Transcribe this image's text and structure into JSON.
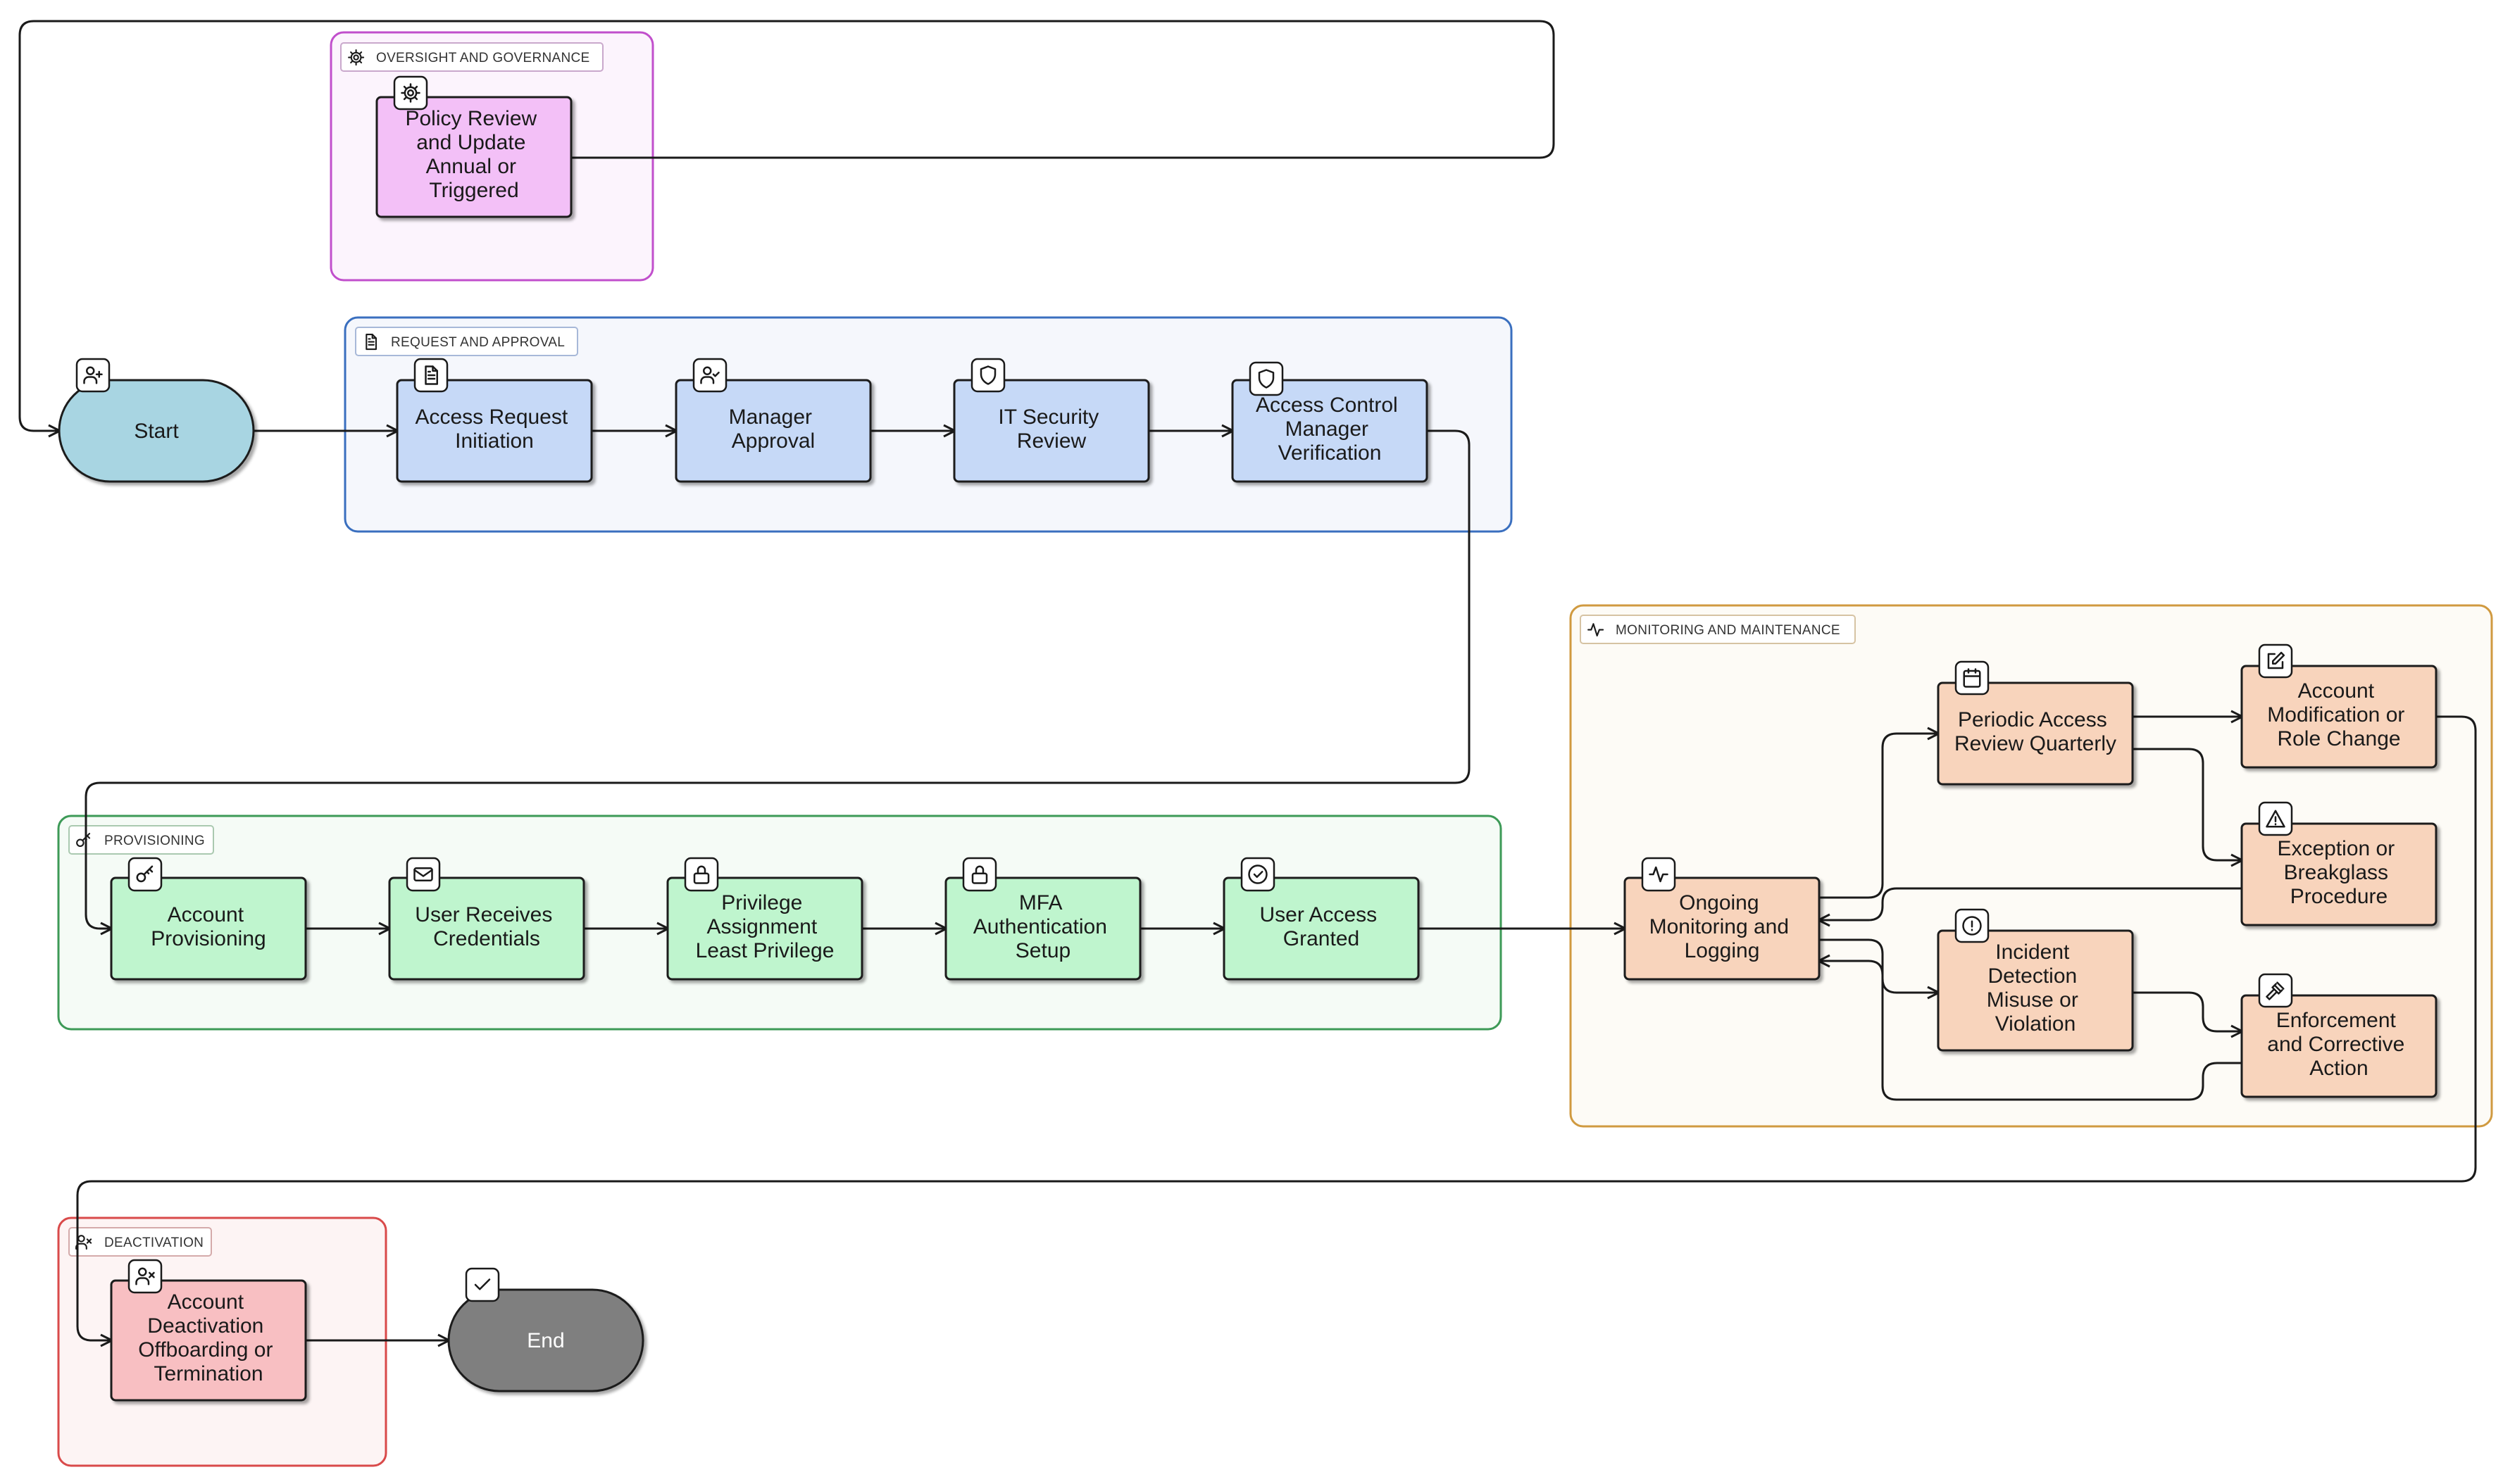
{
  "colors": {
    "governance": {
      "stroke": "#c14fcc",
      "fill": "#fcf4fd",
      "node": "#f3c0f7"
    },
    "request": {
      "stroke": "#3a6fbf",
      "fill": "#f5f7fc",
      "node": "#c6d9f7"
    },
    "provisioning": {
      "stroke": "#3d9a57",
      "fill": "#f5fbf6",
      "node": "#bff5ce"
    },
    "monitoring": {
      "stroke": "#d09a40",
      "fill": "#fdfbf6",
      "node": "#f8d4bc"
    },
    "deactivation": {
      "stroke": "#d94a4a",
      "fill": "#fdf4f4",
      "node": "#f8bfc2"
    },
    "start": "#a8d5e2",
    "end": "#7f7f7f"
  },
  "groups": [
    {
      "id": "governance",
      "label": "OVERSIGHT AND GOVERNANCE",
      "icon": "gear-icon"
    },
    {
      "id": "request",
      "label": "REQUEST AND APPROVAL",
      "icon": "document-icon"
    },
    {
      "id": "monitoring",
      "label": "MONITORING AND MAINTENANCE",
      "icon": "activity-icon"
    },
    {
      "id": "provisioning",
      "label": "PROVISIONING",
      "icon": "key-icon"
    },
    {
      "id": "deactivation",
      "label": "DEACTIVATION",
      "icon": "user-x-icon"
    }
  ],
  "nodes": [
    {
      "id": "policy",
      "group": "governance",
      "lines": [
        "Policy Review",
        "and Update",
        "Annual or",
        "Triggered"
      ],
      "icon": "gear-icon"
    },
    {
      "id": "start",
      "group": "none",
      "lines": [
        "Start"
      ],
      "icon": "user-plus-icon"
    },
    {
      "id": "req",
      "group": "request",
      "lines": [
        "Access Request",
        "Initiation"
      ],
      "icon": "document-icon"
    },
    {
      "id": "mgr",
      "group": "request",
      "lines": [
        "Manager",
        "Approval"
      ],
      "icon": "user-check-icon"
    },
    {
      "id": "itsec",
      "group": "request",
      "lines": [
        "IT Security",
        "Review"
      ],
      "icon": "shield-icon"
    },
    {
      "id": "acm",
      "group": "request",
      "lines": [
        "Access Control",
        "Manager",
        "Verification"
      ],
      "icon": "shield-icon"
    },
    {
      "id": "prov",
      "group": "provisioning",
      "lines": [
        "Account",
        "Provisioning"
      ],
      "icon": "key-icon"
    },
    {
      "id": "cred",
      "group": "provisioning",
      "lines": [
        "User Receives",
        "Credentials"
      ],
      "icon": "mail-icon"
    },
    {
      "id": "priv",
      "group": "provisioning",
      "lines": [
        "Privilege",
        "Assignment",
        "Least Privilege"
      ],
      "icon": "lock-icon"
    },
    {
      "id": "mfa",
      "group": "provisioning",
      "lines": [
        "MFA",
        "Authentication",
        "Setup"
      ],
      "icon": "lock-icon"
    },
    {
      "id": "granted",
      "group": "provisioning",
      "lines": [
        "User Access",
        "Granted"
      ],
      "icon": "check-circle-icon"
    },
    {
      "id": "monitor",
      "group": "monitoring",
      "lines": [
        "Ongoing",
        "Monitoring and",
        "Logging"
      ],
      "icon": "activity-icon"
    },
    {
      "id": "periodic",
      "group": "monitoring",
      "lines": [
        "Periodic Access",
        "Review Quarterly"
      ],
      "icon": "calendar-icon"
    },
    {
      "id": "modify",
      "group": "monitoring",
      "lines": [
        "Account",
        "Modification or",
        "Role Change"
      ],
      "icon": "edit-icon"
    },
    {
      "id": "exception",
      "group": "monitoring",
      "lines": [
        "Exception or",
        "Breakglass",
        "Procedure"
      ],
      "icon": "alert-triangle-icon"
    },
    {
      "id": "incident",
      "group": "monitoring",
      "lines": [
        "Incident",
        "Detection",
        "Misuse or",
        "Violation"
      ],
      "icon": "alert-circle-icon"
    },
    {
      "id": "enforce",
      "group": "monitoring",
      "lines": [
        "Enforcement",
        "and Corrective",
        "Action"
      ],
      "icon": "gavel-icon"
    },
    {
      "id": "deact",
      "group": "deactivation",
      "lines": [
        "Account",
        "Deactivation",
        "Offboarding or",
        "Termination"
      ],
      "icon": "user-x-icon"
    },
    {
      "id": "end",
      "group": "none",
      "lines": [
        "End"
      ],
      "icon": "check-icon"
    }
  ]
}
